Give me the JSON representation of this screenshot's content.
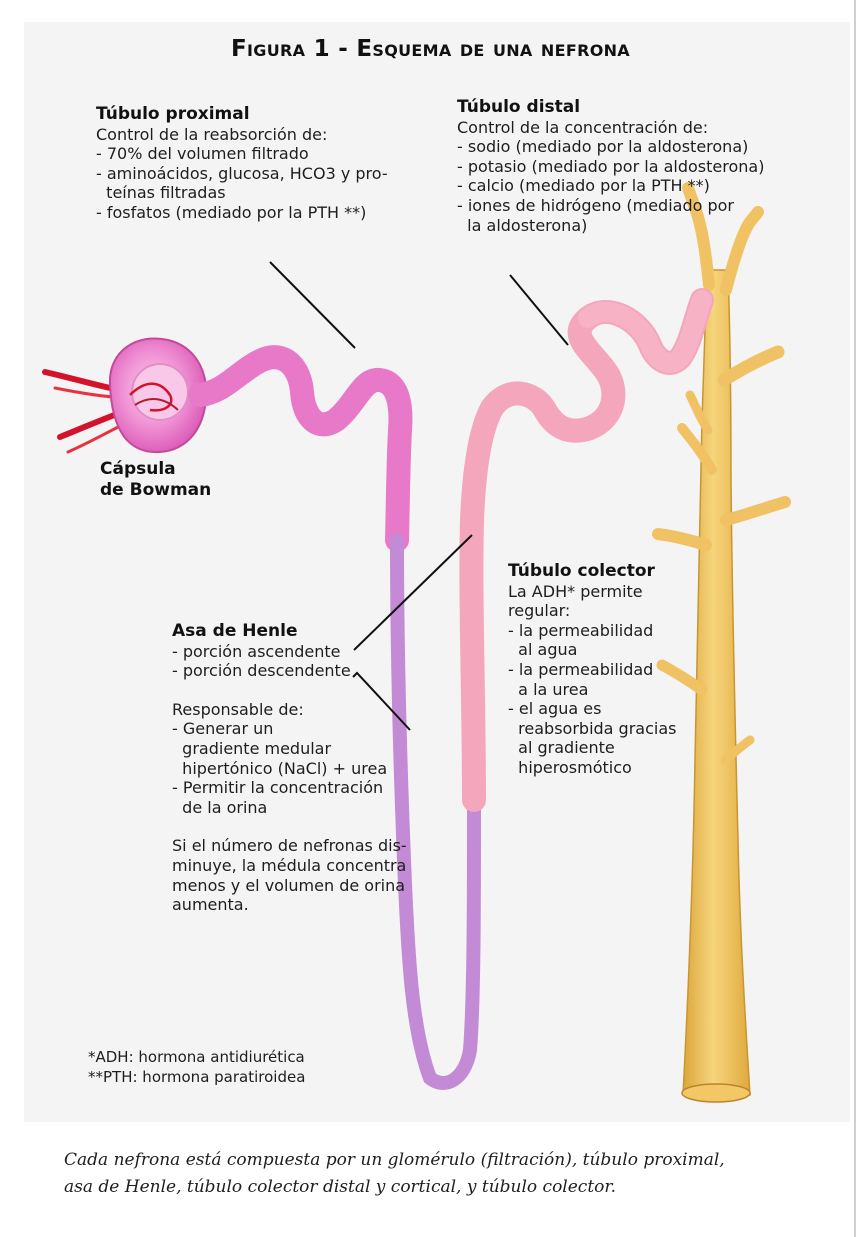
{
  "title": "Figura 1 - Esquema de una nefrona",
  "labels": {
    "proximal": {
      "heading": "Túbulo proximal",
      "lines": [
        "Control de la reabsorción de:",
        "- 70% del volumen filtrado",
        "- aminoácidos, glucosa, HCO3 y pro-",
        "  teínas filtradas",
        "- fosfatos (mediado por la PTH **)"
      ]
    },
    "distal": {
      "heading": "Túbulo distal",
      "lines": [
        "Control de la concentración de:",
        "- sodio (mediado por la aldosterona)",
        "- potasio (mediado por la aldosterona)",
        "- calcio (mediado por la PTH **)",
        "- iones de hidrógeno (mediado por",
        "  la aldosterona)"
      ]
    },
    "bowman": [
      "Cápsula",
      "de Bowman"
    ],
    "collector": {
      "heading": "Túbulo colector",
      "lines": [
        "La ADH* permite",
        "regular:",
        "- la permeabilidad",
        "  al agua",
        "- la permeabilidad",
        "  a la urea",
        "- el agua es",
        "  reabsorbida gracias",
        "  al gradiente",
        "  hiperosmótico"
      ]
    },
    "henle": {
      "heading": "Asa de Henle",
      "parts": [
        "- porción ascendente",
        "- porción descendente"
      ],
      "responsible": [
        "Responsable de:",
        "- Generar un",
        "  gradiente medular",
        "  hipertónico (NaCl) + urea",
        "- Permitir la concentración",
        "  de la orina"
      ],
      "note": [
        "Si el número de nefronas dis-",
        "minuye, la médula concentra",
        "menos y el volumen de orina",
        "aumenta."
      ]
    }
  },
  "footnotes": [
    "*ADH: hormona antidiurética",
    "**PTH: hormona paratiroidea"
  ],
  "caption": [
    "Cada nefrona está compuesta por un glomérulo (filtración), túbulo proximal,",
    "asa de Henle, túbulo colector distal y cortical, y túbulo colector."
  ],
  "colors": {
    "panel": "#f4f4f4",
    "capsule": "#e96fc4",
    "proximal_tubule": "#e879c9",
    "distal_tubule": "#f4a6bd",
    "henle_descending": "#c38ad6",
    "collecting_duct": "#f3c766",
    "vessels": "#d3122b"
  }
}
